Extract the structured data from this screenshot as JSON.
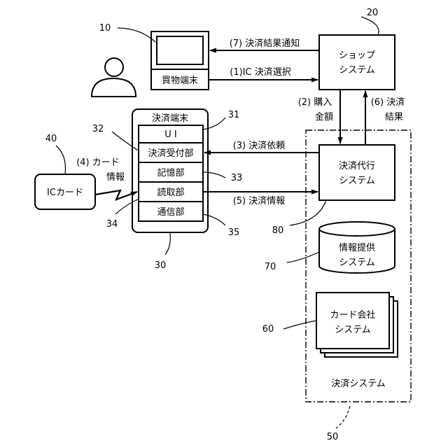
{
  "nodes": {
    "shop": {
      "line1": "ショップ",
      "line2": "システム",
      "ref": "20"
    },
    "purchase_terminal": {
      "label": "買物端末",
      "ref": "10"
    },
    "payment_terminal": {
      "title": "決済端末",
      "ref": "30",
      "units": [
        {
          "label": "U I",
          "ref": "31"
        },
        {
          "label": "決済受付部",
          "ref": "32"
        },
        {
          "label": "記憶部",
          "ref": "33"
        },
        {
          "label": "読取部",
          "ref": "34"
        },
        {
          "label": "通信部",
          "ref": "35"
        }
      ]
    },
    "ic_card": {
      "label": "ICカード",
      "ref": "40"
    },
    "payment_system": {
      "label": "決済システム",
      "ref": "50"
    },
    "agency": {
      "line1": "決済代行",
      "line2": "システム",
      "ref": "80"
    },
    "info_provider": {
      "line1": "情報提供",
      "line2": "システム",
      "ref": "70"
    },
    "card_company": {
      "line1": "カード会社",
      "line2": "システム",
      "ref": "60"
    }
  },
  "flows": {
    "f1": "(1)IC 決済選択",
    "f2_line1": "(2) 購入",
    "f2_line2": "金額",
    "f3": "(3) 決済依頼",
    "f4_line1": "(4) カード",
    "f4_line2": "情報",
    "f5": "(5) 決済情報",
    "f6_line1": "(6) 決済",
    "f6_line2": "結果",
    "f7": "(7) 決済結果通知"
  },
  "colors": {
    "ink": "#000000",
    "background": "#ffffff"
  }
}
